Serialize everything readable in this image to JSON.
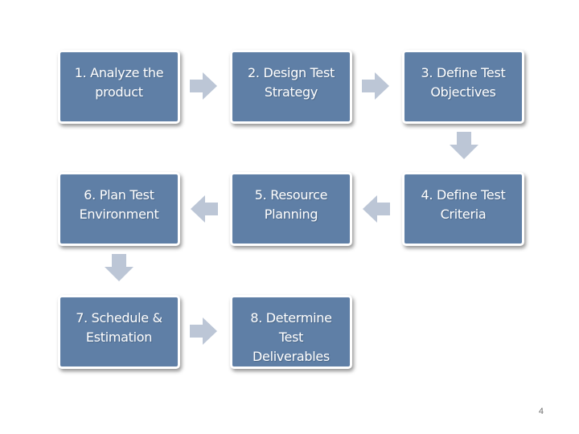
{
  "steps": [
    {
      "label": "1. Analyze the product"
    },
    {
      "label": "2. Design Test Strategy"
    },
    {
      "label": "3. Define Test Objectives"
    },
    {
      "label": "4. Define Test Criteria"
    },
    {
      "label": "5. Resource Planning"
    },
    {
      "label": "6. Plan Test Environment"
    },
    {
      "label": "7. Schedule & Estimation"
    },
    {
      "label": "8. Determine Test Deliverables"
    }
  ],
  "page_number": "4",
  "colors": {
    "box_fill": "#5f7fa6",
    "box_border": "#ffffff",
    "box_text": "#ffffff",
    "arrow": "#bcc6d6",
    "page_number": "#707070"
  },
  "connectors": [
    {
      "from": "step-1",
      "to": "step-2",
      "direction": "right"
    },
    {
      "from": "step-2",
      "to": "step-3",
      "direction": "right"
    },
    {
      "from": "step-3",
      "to": "step-4",
      "direction": "down"
    },
    {
      "from": "step-4",
      "to": "step-5",
      "direction": "left"
    },
    {
      "from": "step-5",
      "to": "step-6",
      "direction": "left"
    },
    {
      "from": "step-6",
      "to": "step-7",
      "direction": "down"
    },
    {
      "from": "step-7",
      "to": "step-8",
      "direction": "right"
    }
  ]
}
